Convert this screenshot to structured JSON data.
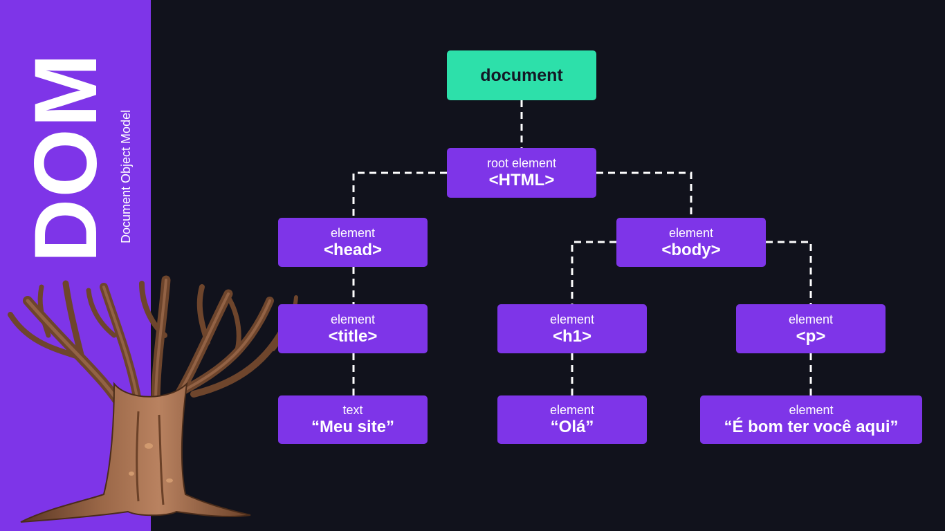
{
  "sidebar": {
    "title": "DOM",
    "subtitle": "Document Object Model",
    "illustration": "tree-illustration"
  },
  "diagram": {
    "document": {
      "label": "document"
    },
    "html": {
      "kind": "root element",
      "tag": "<HTML>"
    },
    "head": {
      "kind": "element",
      "tag": "<head>"
    },
    "body": {
      "kind": "element",
      "tag": "<body>"
    },
    "title": {
      "kind": "element",
      "tag": "<title>"
    },
    "h1": {
      "kind": "element",
      "tag": "<h1>"
    },
    "p": {
      "kind": "element",
      "tag": "<p>"
    },
    "title_text": {
      "kind": "text",
      "value": "“Meu site”"
    },
    "h1_text": {
      "kind": "element",
      "value": "“Olá”"
    },
    "p_text": {
      "kind": "element",
      "value": "“É bom ter você aqui”"
    }
  },
  "colors": {
    "background": "#11121c",
    "accent": "#7e35e8",
    "document_node": "#2de0aa",
    "text": "#ffffff"
  }
}
